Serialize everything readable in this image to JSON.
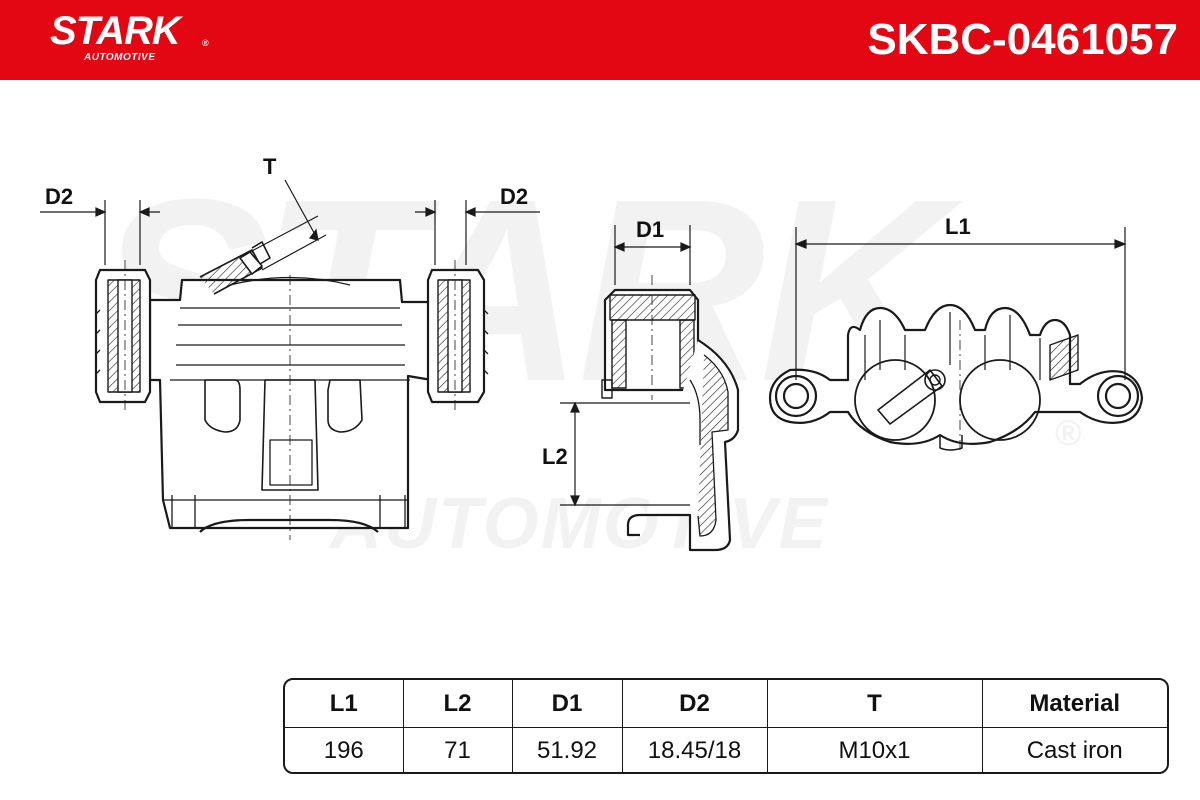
{
  "header": {
    "brand": "STARK",
    "brand_sub": "AUTOMOTIVE",
    "brand_reg": "®",
    "part_number": "SKBC-0461057",
    "color": "#e30613"
  },
  "watermark": {
    "main": "STARK",
    "sub": "AUTOMOTIVE",
    "reg": "®"
  },
  "diagram": {
    "labels": {
      "d2_left": "D2",
      "t": "T",
      "d2_right": "D2",
      "d1": "D1",
      "l2": "L2",
      "l1": "L1"
    }
  },
  "spec_table": {
    "headers": [
      "L1",
      "L2",
      "D1",
      "D2",
      "T",
      "Material"
    ],
    "values": [
      "196",
      "71",
      "51.92",
      "18.45/18",
      "M10x1",
      "Cast iron"
    ]
  }
}
